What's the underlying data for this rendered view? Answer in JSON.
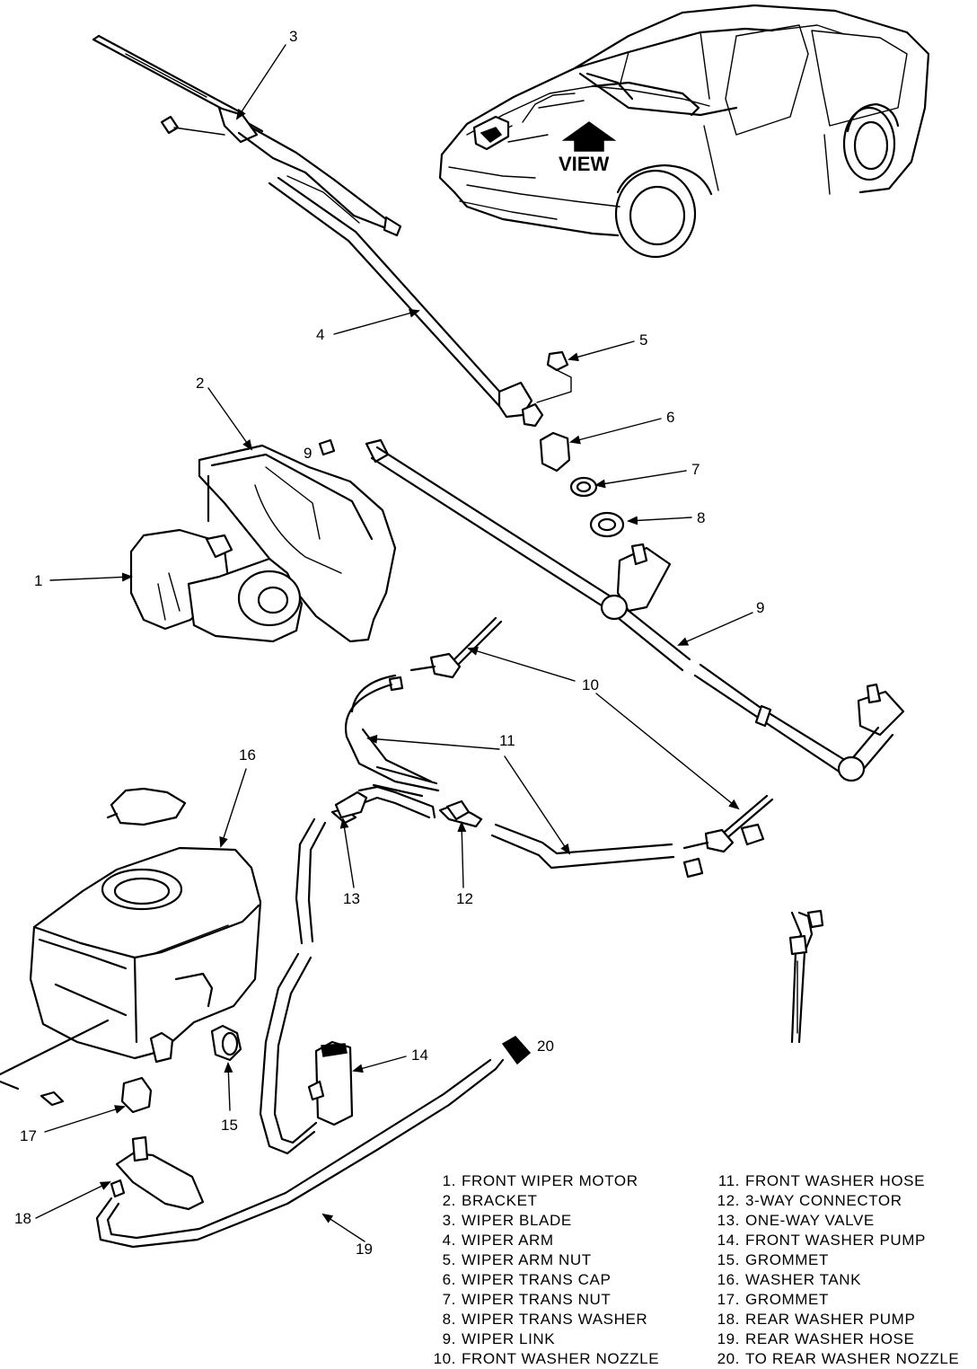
{
  "view_label": "VIEW",
  "callouts": [
    {
      "id": "1",
      "text": "1"
    },
    {
      "id": "2",
      "text": "2"
    },
    {
      "id": "3",
      "text": "3"
    },
    {
      "id": "4",
      "text": "4"
    },
    {
      "id": "5",
      "text": "5"
    },
    {
      "id": "6",
      "text": "6"
    },
    {
      "id": "7",
      "text": "7"
    },
    {
      "id": "8",
      "text": "8"
    },
    {
      "id": "9",
      "text": "9"
    },
    {
      "id": "9b",
      "text": "9"
    },
    {
      "id": "10",
      "text": "10"
    },
    {
      "id": "11",
      "text": "11"
    },
    {
      "id": "12",
      "text": "12"
    },
    {
      "id": "13",
      "text": "13"
    },
    {
      "id": "14",
      "text": "14"
    },
    {
      "id": "15",
      "text": "15"
    },
    {
      "id": "16",
      "text": "16"
    },
    {
      "id": "17",
      "text": "17"
    },
    {
      "id": "18",
      "text": "18"
    },
    {
      "id": "19",
      "text": "19"
    },
    {
      "id": "20",
      "text": "20"
    }
  ],
  "legend": {
    "left": [
      {
        "num": "1.",
        "name": "FRONT WIPER MOTOR"
      },
      {
        "num": "2.",
        "name": "BRACKET"
      },
      {
        "num": "3.",
        "name": "WIPER BLADE"
      },
      {
        "num": "4.",
        "name": "WIPER ARM"
      },
      {
        "num": "5.",
        "name": "WIPER ARM NUT"
      },
      {
        "num": "6.",
        "name": "WIPER TRANS CAP"
      },
      {
        "num": "7.",
        "name": "WIPER TRANS NUT"
      },
      {
        "num": "8.",
        "name": "WIPER TRANS WASHER"
      },
      {
        "num": "9.",
        "name": "WIPER LINK"
      },
      {
        "num": "10.",
        "name": "FRONT WASHER NOZZLE"
      }
    ],
    "right": [
      {
        "num": "11.",
        "name": "FRONT WASHER HOSE"
      },
      {
        "num": "12.",
        "name": "3-WAY CONNECTOR"
      },
      {
        "num": "13.",
        "name": "ONE-WAY VALVE"
      },
      {
        "num": "14.",
        "name": "FRONT WASHER PUMP"
      },
      {
        "num": "15.",
        "name": "GROMMET"
      },
      {
        "num": "16.",
        "name": "WASHER TANK"
      },
      {
        "num": "17.",
        "name": "GROMMET"
      },
      {
        "num": "18.",
        "name": "REAR WASHER PUMP"
      },
      {
        "num": "19.",
        "name": "REAR WASHER HOSE"
      },
      {
        "num": "20.",
        "name": "TO REAR WASHER NOZZLE"
      }
    ]
  }
}
